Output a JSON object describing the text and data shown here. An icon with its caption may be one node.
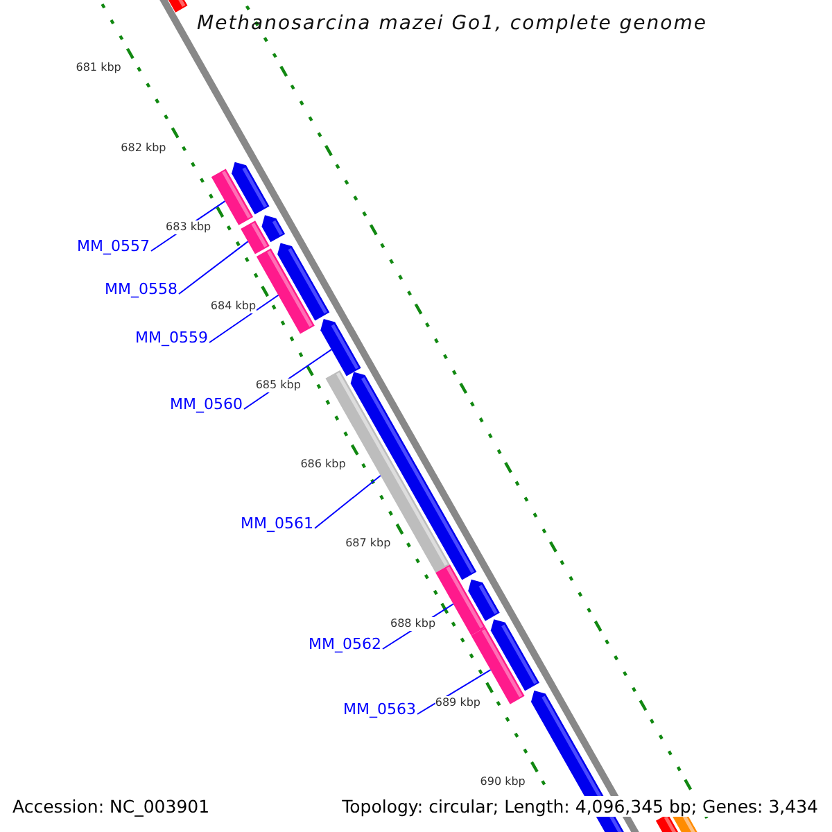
{
  "diagram": {
    "title": "Methanosarcina mazei Go1, complete genome",
    "nodes": [
      {
        "text": [
          "MM_0557"
        ]
      },
      {
        "text": [
          "MM_0558"
        ]
      },
      {
        "text": [
          "MM_0559"
        ]
      },
      {
        "text": [
          "MM_0560"
        ]
      },
      {
        "text": [
          "MM_0561"
        ]
      },
      {
        "text": [
          "MM_0562"
        ]
      },
      {
        "text": [
          "MM_0563"
        ]
      },
      {
        "text": [],
        "shape": "bar"
      },
      {
        "text": [],
        "shape": "bar"
      },
      {
        "text": [],
        "shape": "bar"
      },
      {
        "text": [],
        "shape": "bar"
      },
      {
        "text": [],
        "shape": "bar"
      },
      {
        "text": [],
        "shape": "bar"
      },
      {
        "text": [],
        "shape": "bar"
      }
    ],
    "edges": [
      {
        "from": 0,
        "to": 7,
        "arrow": "none"
      },
      {
        "from": 1,
        "to": 8,
        "arrow": "none"
      },
      {
        "from": 2,
        "to": 9,
        "arrow": "none"
      },
      {
        "from": 3,
        "to": 10,
        "arrow": "none"
      },
      {
        "from": 4,
        "to": 11,
        "arrow": "none"
      },
      {
        "from": 5,
        "to": 12,
        "arrow": "none"
      },
      {
        "from": 6,
        "to": 13,
        "arrow": "none"
      }
    ],
    "labels": [
      "681 kbp",
      "682 kbp",
      "683 kbp",
      "684 kbp",
      "685 kbp",
      "686 kbp",
      "687 kbp",
      "688 kbp",
      "689 kbp",
      "690 kbp",
      "Accession: NC_003901",
      "Topology: circular; Length: 4,096,345 bp; Genes: 3,434"
    ]
  }
}
